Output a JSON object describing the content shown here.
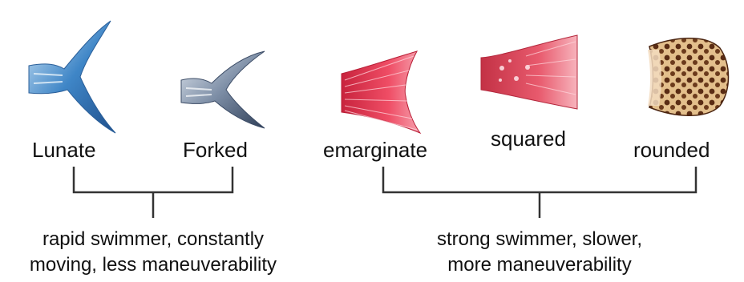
{
  "fins": [
    {
      "name": "Lunate"
    },
    {
      "name": "Forked"
    },
    {
      "name": "emarginate"
    },
    {
      "name": "squared"
    },
    {
      "name": "rounded"
    }
  ],
  "groups": [
    {
      "caption_line1": "rapid swimmer, constantly",
      "caption_line2": "moving, less maneuverability"
    },
    {
      "caption_line1": "strong swimmer, slower,",
      "caption_line2": "more maneuverability"
    }
  ],
  "colors": {
    "lunate": "#3f86c7",
    "forked": "#5a6f8a",
    "emarginate": "#e8425a",
    "squared": "#e2566a",
    "rounded": "#6b3a1c",
    "bracket": "#333333"
  }
}
